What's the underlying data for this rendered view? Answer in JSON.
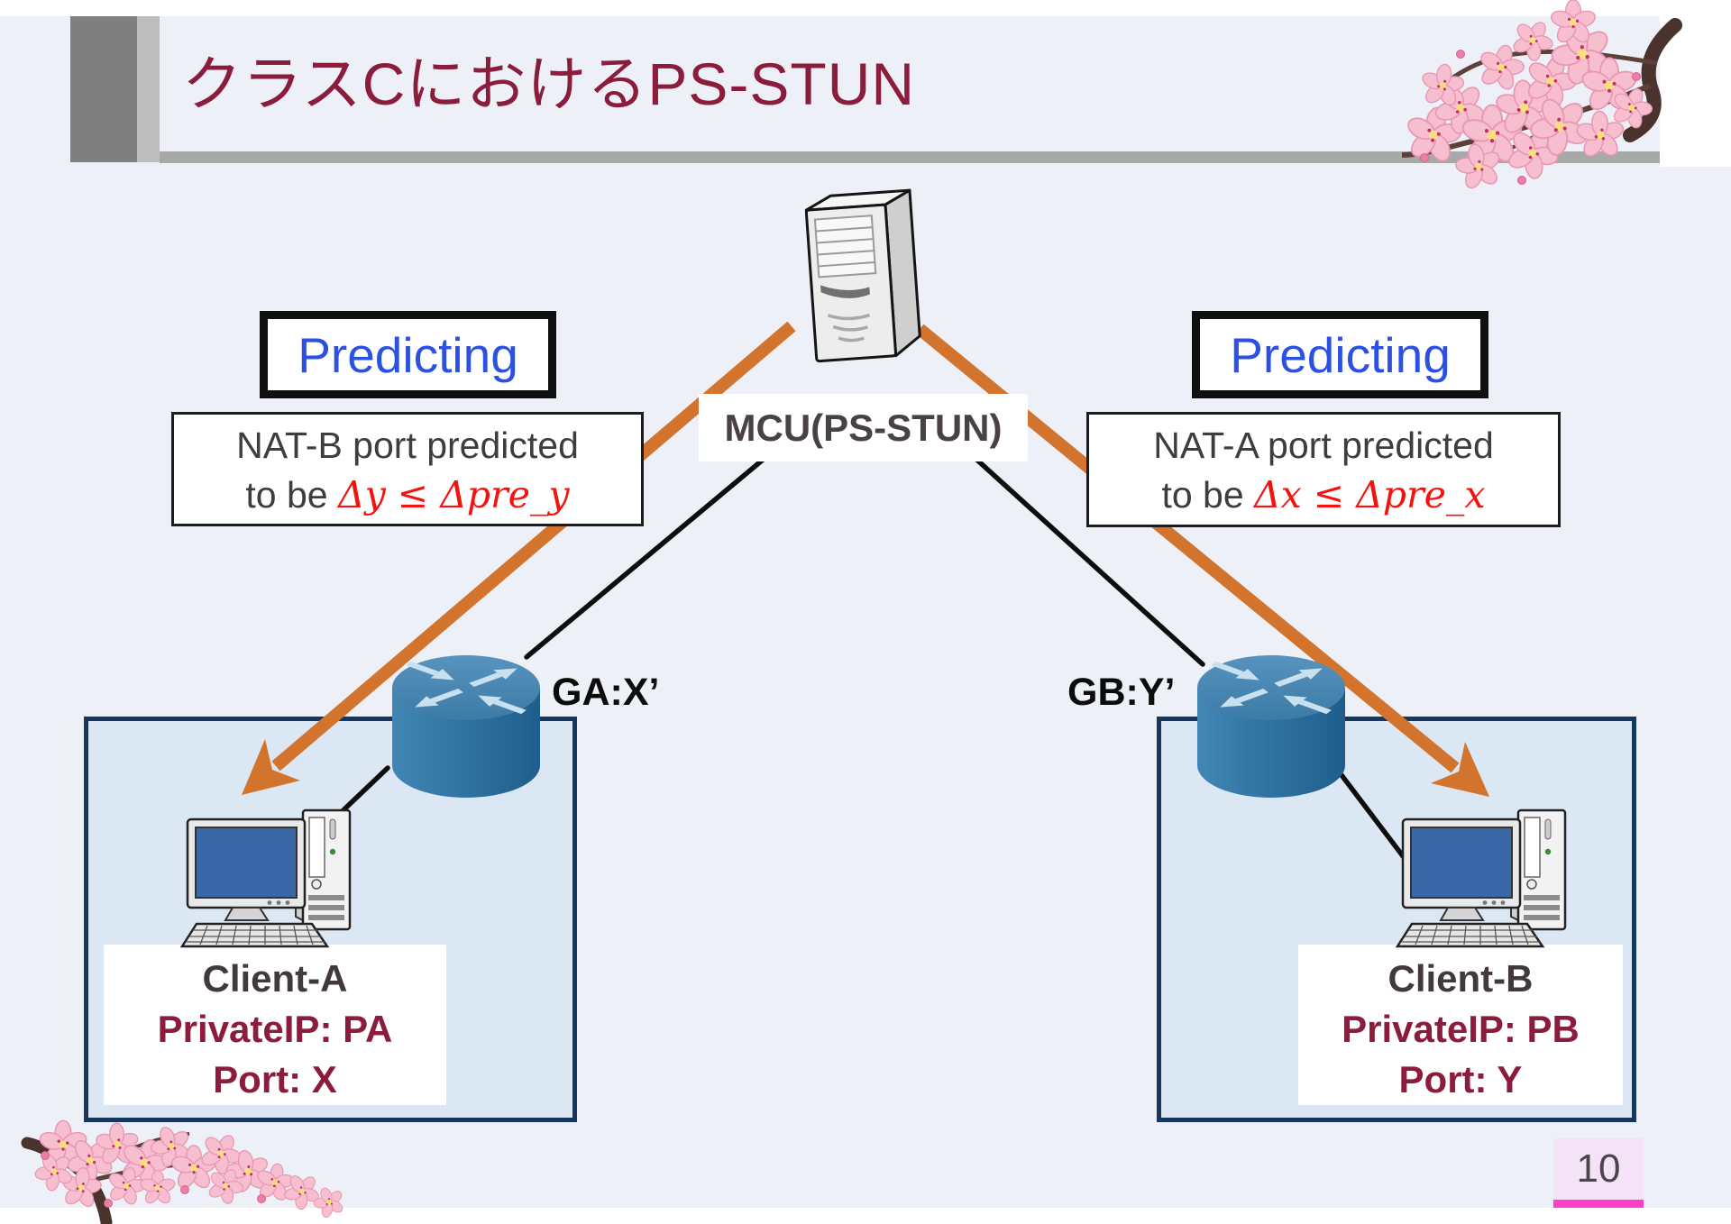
{
  "slide": {
    "title": "クラスCにおけるPS-STUN",
    "page_number": "10"
  },
  "server": {
    "label": "MCU(PS-STUN)"
  },
  "predicting_left": {
    "label": "Predicting"
  },
  "predicting_right": {
    "label": "Predicting"
  },
  "nat_b_note": {
    "line1": "NAT-B port predicted",
    "line2_prefix": "to be ",
    "line2_math": "Δy ≤ Δpre_y"
  },
  "nat_a_note": {
    "line1": "NAT-A port predicted",
    "line2_prefix": "to be ",
    "line2_math": "Δx ≤ Δpre_x"
  },
  "gateway_left": {
    "label": "GA:X’"
  },
  "gateway_right": {
    "label": "GB:Y’"
  },
  "client_a": {
    "name": "Client-A",
    "private_ip": "PrivateIP: PA",
    "port": "Port: X"
  },
  "client_b": {
    "name": "Client-B",
    "private_ip": "PrivateIP: PB",
    "port": "Port: Y"
  },
  "icons": [
    "server-icon",
    "router-icon-left",
    "router-icon-right",
    "desktop-pc-icon-left",
    "desktop-pc-icon-right",
    "cherry-blossom-top-right",
    "cherry-blossom-bottom-left"
  ],
  "colors": {
    "maroon": "#8c1c3c",
    "blue": "#2b50e2",
    "red": "#f3120e",
    "navy": "#17365d",
    "orange": "#d2732e",
    "magenta": "#ff3fc8"
  }
}
